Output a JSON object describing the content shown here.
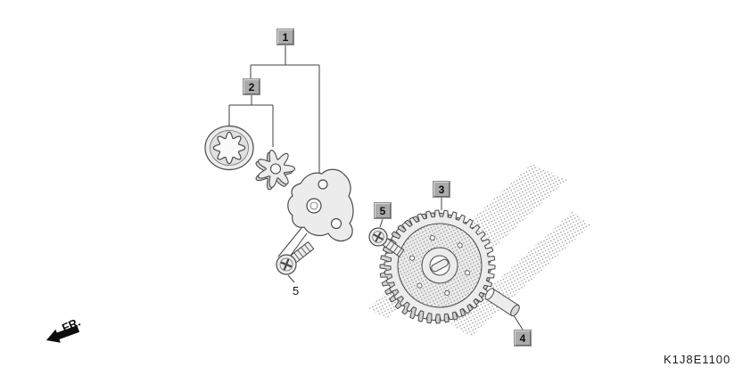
{
  "diagram": {
    "code": "K1J8E1100",
    "direction_label": "FR.",
    "callouts": {
      "c1": "1",
      "c2": "2",
      "c3": "3",
      "c4": "4",
      "c5_top": "5",
      "c5_bottom": "5"
    },
    "colors": {
      "background": "#ffffff",
      "leader_line": "#3f3f3f",
      "part_fill": "#ececec",
      "part_fill_shadow": "#d6d6d6",
      "part_stroke": "#4a4a4a",
      "shading_dot": "#9a9a9a",
      "callout_background": "#ababab",
      "callout_border_dark": "#6a6a6a",
      "text": "#111111"
    }
  }
}
